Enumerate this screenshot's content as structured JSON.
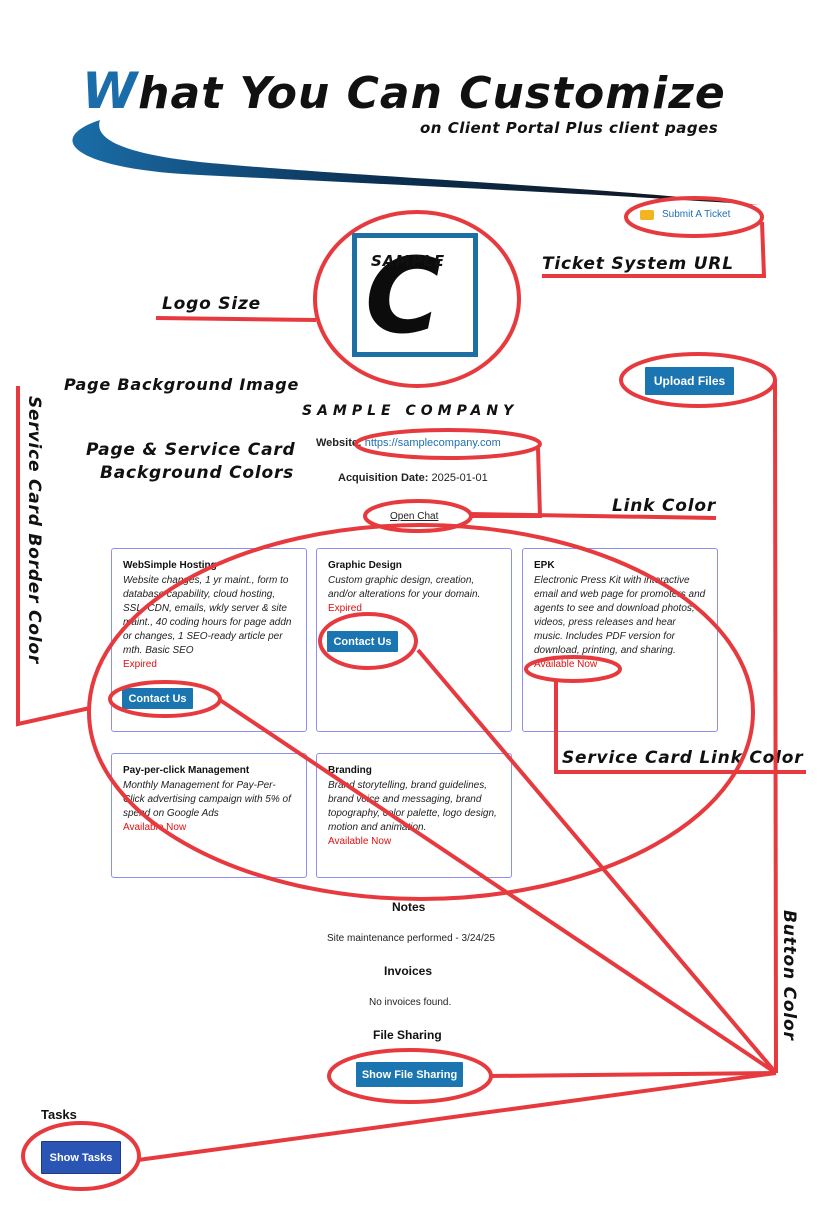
{
  "header": {
    "title_first": "W",
    "title_rest": "hat You Can Customize",
    "subtitle": "on Client Portal Plus client pages"
  },
  "annotations": {
    "ticket_system_url": "Ticket System URL",
    "logo_size": "Logo Size",
    "page_bg_image": "Page Background Image",
    "service_card_border_color": "Service Card Border Color",
    "colors_line1": "Page & Service Card",
    "colors_line2": "Background Colors",
    "link_color": "Link Color",
    "service_card_link_color": "Service Card Link Color",
    "button_color": "Button Color"
  },
  "ticket": {
    "label": "Submit A Ticket",
    "icon": "ticket-icon"
  },
  "logo": {
    "text": "SAMPLE",
    "letter": "C"
  },
  "upload_button": "Upload Files",
  "company": {
    "name": "SAMPLE COMPANY",
    "website_label": "Website:",
    "website_url": "https://samplecompany.com",
    "acquisition_label": "Acquisition Date:",
    "acquisition_date": "2025-01-01",
    "open_chat": "Open Chat"
  },
  "cards": [
    {
      "title": "WebSimple Hosting",
      "desc": "Website changes, 1 yr maint., form to database capability, cloud hosting, SSL, CDN, emails, wkly server & site maint., 40 coding hours for page addn or changes, 1 SEO-ready article per mth. Basic SEO",
      "status": "Expired",
      "button": "Contact Us"
    },
    {
      "title": "Graphic Design",
      "desc": "Custom graphic design, creation, and/or alterations for your domain.",
      "status": "Expired",
      "button": "Contact Us"
    },
    {
      "title": "EPK",
      "desc": "Electronic Press Kit with interactive email and web page for promoters and agents to see and download photos, videos, press releases and hear music. Includes PDF version for download, printing, and sharing.",
      "status": "Available Now"
    },
    {
      "title": "Pay-per-click Management",
      "desc": "Monthly Management for Pay-Per-Click advertising campaign with 5% of spend on Google Ads",
      "status": "Available Now"
    },
    {
      "title": "Branding",
      "desc": "Brand storytelling, brand guidelines, brand voice and messaging, brand topography, color palette, logo design, motion and animation.",
      "status": "Available Now"
    }
  ],
  "notes": {
    "heading": "Notes",
    "text": "Site maintenance performed - 3/24/25"
  },
  "invoices": {
    "heading": "Invoices",
    "text": "No invoices found."
  },
  "file_sharing": {
    "heading": "File Sharing",
    "button": "Show File Sharing"
  },
  "tasks": {
    "heading": "Tasks",
    "button": "Show Tasks"
  },
  "colors": {
    "accent_blue": "#1a75b0",
    "tasks_button": "#2a55b5",
    "annotation_red": "#e63a3f",
    "card_border": "#8f8fef",
    "status_red": "#e11010"
  }
}
